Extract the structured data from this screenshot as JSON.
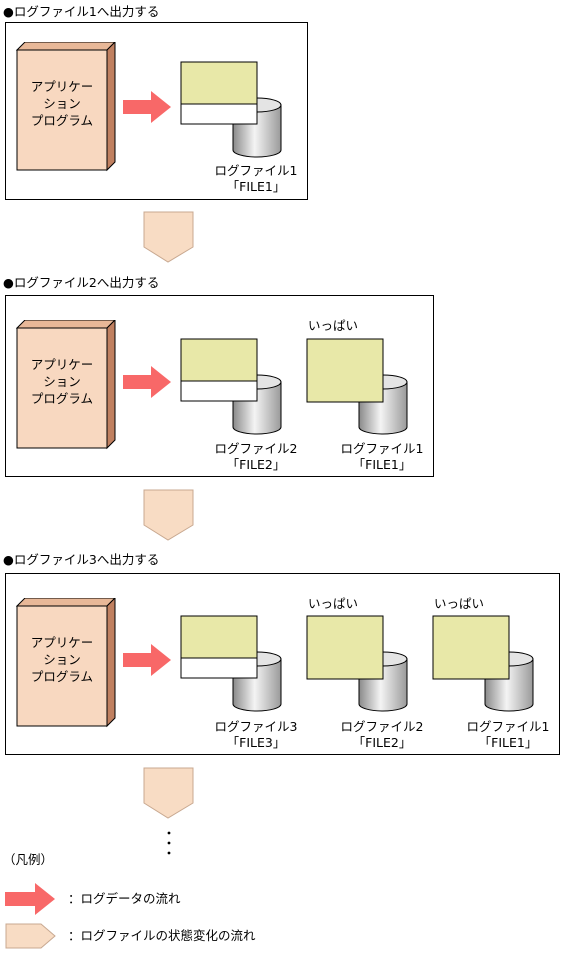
{
  "sections": [
    {
      "heading": "●ログファイル1へ出力する",
      "app_label": [
        "アプリケー",
        "ション",
        "プログラム"
      ],
      "files": [
        {
          "name": "ログファイル1",
          "file": "「FILE1」",
          "full": false,
          "label": ""
        }
      ]
    },
    {
      "heading": "●ログファイル2へ出力する",
      "app_label": [
        "アプリケー",
        "ション",
        "プログラム"
      ],
      "files": [
        {
          "name": "ログファイル2",
          "file": "「FILE2」",
          "full": false,
          "label": ""
        },
        {
          "name": "ログファイル1",
          "file": "「FILE1」",
          "full": true,
          "label": "いっぱい"
        }
      ]
    },
    {
      "heading": "●ログファイル3へ出力する",
      "app_label": [
        "アプリケー",
        "ション",
        "プログラム"
      ],
      "files": [
        {
          "name": "ログファイル3",
          "file": "「FILE3」",
          "full": false,
          "label": ""
        },
        {
          "name": "ログファイル2",
          "file": "「FILE2」",
          "full": true,
          "label": "いっぱい"
        },
        {
          "name": "ログファイル1",
          "file": "「FILE1」",
          "full": true,
          "label": "いっぱい"
        }
      ]
    }
  ],
  "continuation": "⋮",
  "legend": {
    "title": "（凡例）",
    "log_data_flow": "：ログデータの流れ",
    "state_change_flow": "：ログファイルの状態変化の流れ"
  },
  "colors": {
    "app_front": "#f8d8c0",
    "app_side": "#c08060",
    "arrow": "#f86868",
    "file_data": "#e8e8a8",
    "pentagon": "#f8dcc4"
  }
}
